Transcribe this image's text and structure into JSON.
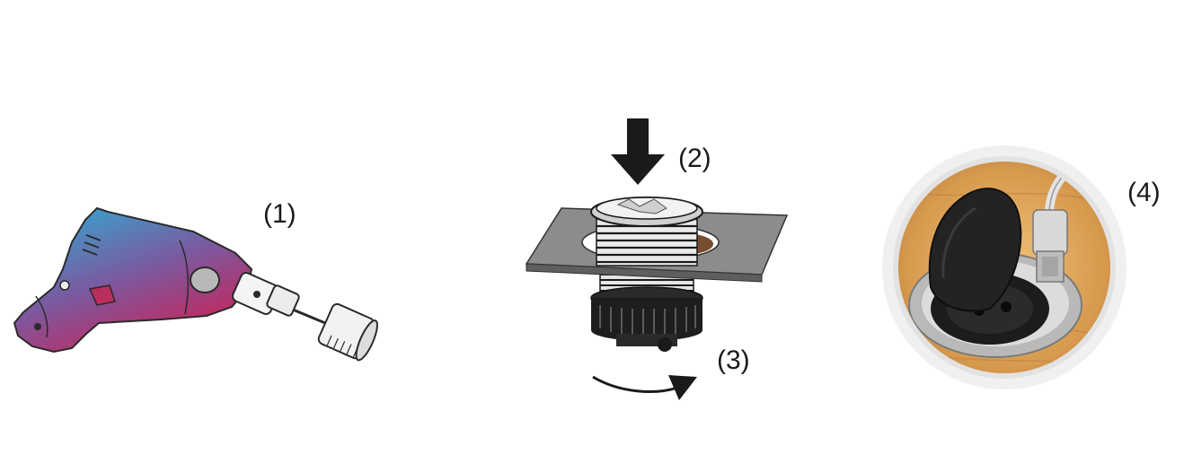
{
  "steps": [
    {
      "id": 1,
      "label": "(1)",
      "depicts": "drill-with-hole-saw"
    },
    {
      "id": 2,
      "label": "(2)",
      "depicts": "insert-socket-housing-into-panel"
    },
    {
      "id": 3,
      "label": "(3)",
      "depicts": "tighten-nut-rotation"
    },
    {
      "id": 4,
      "label": "(4)",
      "depicts": "installed-socket-with-plug"
    }
  ],
  "colors": {
    "drill_top": "#2bb0d6",
    "drill_bottom": "#c8245a",
    "panel": "#8c8c8c",
    "thread": "#e6e6e6",
    "nut": "#1e1e1e",
    "wood": "#d9a15a",
    "socket": "#1c1c1c",
    "ring": "#eeeeee"
  }
}
